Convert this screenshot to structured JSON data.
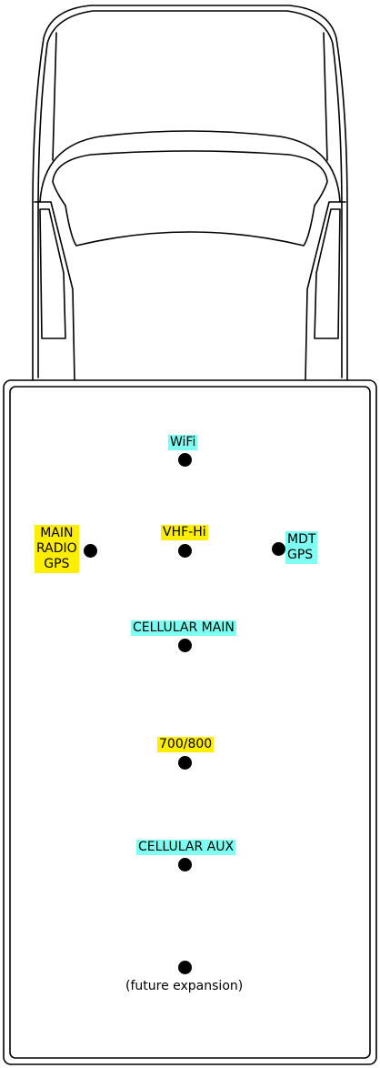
{
  "colors": {
    "cyan": "#7ffff2",
    "yellow": "#ffee00",
    "line": "#000000"
  },
  "antennas": {
    "wifi": {
      "label": "WiFi",
      "color": "cyan"
    },
    "vhf_hi": {
      "label": "VHF-Hi",
      "color": "yellow"
    },
    "main_radio_gps": {
      "lines": [
        "MAIN",
        "RADIO",
        "GPS"
      ],
      "color": "yellow"
    },
    "mdt_gps": {
      "lines": [
        "MDT",
        "GPS"
      ],
      "color": "cyan"
    },
    "cellular_main": {
      "label": "CELLULAR MAIN",
      "color": "cyan"
    },
    "band_700_800": {
      "label": "700/800",
      "color": "yellow"
    },
    "cellular_aux": {
      "label": "CELLULAR AUX",
      "color": "cyan"
    },
    "future_expansion": {
      "label": "(future expansion)",
      "color": "none"
    }
  }
}
